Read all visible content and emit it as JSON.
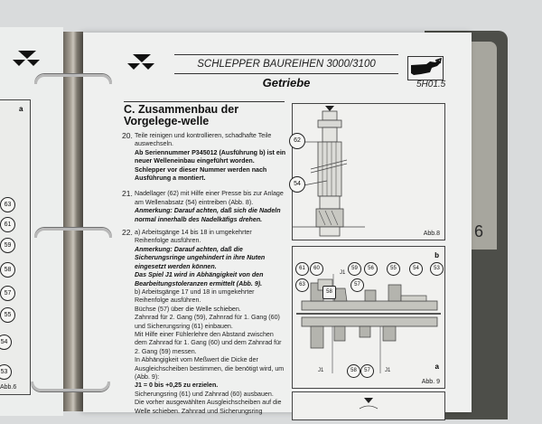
{
  "binder": {
    "tab_number": "6"
  },
  "left_page": {
    "figure_corner_label": "a",
    "callouts": [
      "63",
      "61",
      "59",
      "58",
      "57",
      "55",
      "54",
      "53"
    ],
    "figure_caption": "Abb.6"
  },
  "header": {
    "series_title": "SCHLEPPER BAUREIHEN 3000/3100",
    "section_title": "Getriebe",
    "page_code": "5H01.5",
    "icon": "hand-wrench-icon"
  },
  "content": {
    "section_heading": "C. Zusammenbau der Vorgelege-welle",
    "steps": [
      {
        "number": "20.",
        "text": "Teile reinigen und kontrollieren, schadhafte Teile auswechseln.",
        "bold": "Ab Seriennummer P345012 (Ausführung b) ist ein neuer Welleneinbau eingeführt worden. Schlepper vor dieser Nummer werden nach Ausführung a montiert."
      },
      {
        "number": "21.",
        "text": "Nadellager (62) mit Hilfe einer Presse bis zur Anlage am Wellenabsatz (54) eintreiben (Abb. 8).",
        "note": "Anmerkung: Darauf achten, daß sich die Nadeln normal innerhalb des Nadelkäfigs drehen."
      },
      {
        "number": "22.",
        "part_a": "a) Arbeitsgänge 14 bis 18 in umgekehrter Reihenfolge ausführen.",
        "note": "Anmerkung: Darauf achten, daß die Sicherungsringe ungehindert in ihre Nuten eingesetzt werden können.",
        "note2": "Das Spiel J1 wird in Abhängigkeit von den Bearbeitungstoleranzen ermittelt (Abb. 9).",
        "part_b": "b) Arbeitsgänge 17 und 18 in umgekehrter Reihenfolge ausführen.",
        "lines": [
          "Büchse (57) über die Welle schieben.",
          "Zahnrad für 2. Gang (59), Zahnrad für 1. Gang (60) und Sicherungsring (61) einbauen.",
          "Mit Hilfe einer Fühlerlehre den Abstand zwischen dem Zahnrad für 1. Gang (60) und dem Zahnrad für 2. Gang (59) messen.",
          "In Abhängigkeit vom Meßwert die Dicke der Ausgleichscheiben bestimmen, die benötigt wird, um (Abb. 9):"
        ],
        "bold_line": "J1 = 0 bis +0,25 zu erzielen.",
        "tail": [
          "Sicherungsring (61) und Zahnrad (60) ausbauen.",
          "Die vorher ausgewählten Ausgleichscheiben auf die Welle schieben. Zahnrad und Sicherungsring"
        ]
      }
    ]
  },
  "figures": {
    "fig8": {
      "caption": "Abb.8",
      "callouts": [
        "62",
        "54"
      ]
    },
    "fig9": {
      "caption": "Abb. 9",
      "label_b": "b",
      "label_a": "a",
      "callouts_top": [
        "61",
        "60",
        "63",
        "58",
        "59",
        "57",
        "56",
        "55",
        "54",
        "53"
      ],
      "callouts_bottom": [
        "58",
        "57"
      ],
      "clearance_labels": [
        "J1",
        "J1",
        "J1"
      ]
    }
  }
}
